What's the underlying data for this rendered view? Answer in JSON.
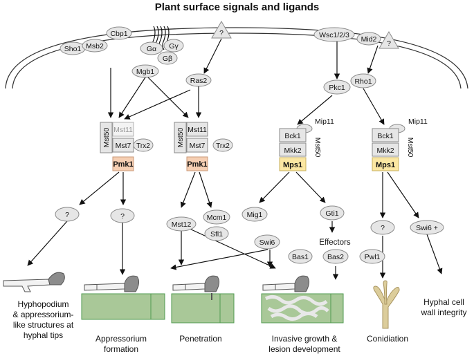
{
  "title": "Plant surface signals and ligands",
  "membrane": {
    "cbp1": "Cbp1",
    "sho1": "Sho1",
    "msb2": "Msb2",
    "g_alpha": "Gα",
    "g_gamma": "Gγ",
    "g_beta": "Gβ",
    "unknown_receptor_left": "?",
    "wsc": "Wsc1/2/3",
    "mid2": "Mid2",
    "unknown_receptor_right": "?"
  },
  "upstream": {
    "mgb1": "Mgb1",
    "ras2": "Ras2",
    "pkc1": "Pkc1",
    "rho1": "Rho1"
  },
  "pmk1_module_a": {
    "mst50": "Mst50",
    "mst11": "Mst11",
    "mst7": "Mst7",
    "trx2": "Trx2",
    "pmk1": "Pmk1"
  },
  "pmk1_module_b": {
    "mst50": "Mst50",
    "mst11": "Mst11",
    "mst7": "Mst7",
    "trx2": "Trx2",
    "pmk1": "Pmk1"
  },
  "mps1_module_a": {
    "mip11": "Mip11",
    "bck1": "Bck1",
    "mkk2": "Mkk2",
    "mst50": "Mst50",
    "mps1": "Mps1"
  },
  "mps1_module_b": {
    "mip11": "Mip11",
    "bck1": "Bck1",
    "mkk2": "Mkk2",
    "mst50": "Mst50",
    "mps1": "Mps1"
  },
  "downstream": {
    "q1": "?",
    "q2": "?",
    "mst12": "Mst12",
    "mcm1": "Mcm1",
    "sfl1": "Sfl1",
    "mig1": "Mig1",
    "swi6": "Swi6",
    "gti1": "Gti1",
    "effectors": "Effectors",
    "bas1": "Bas1",
    "bas2": "Bas2",
    "pwl1": "Pwl1",
    "q3": "?",
    "swi6_plus": "Swi6 +"
  },
  "outcomes": {
    "hyphopodium": [
      "Hyphopodium",
      "& appressorium-",
      "like structures at",
      "hyphal tips"
    ],
    "appressorium": [
      "Appressorium",
      "formation"
    ],
    "penetration": [
      "Penetration"
    ],
    "invasive": [
      "Invasive growth &",
      "lesion development"
    ],
    "conidiation": [
      "Conidiation"
    ],
    "cell_wall": [
      "Hyphal cell",
      "wall integrity"
    ]
  },
  "colors": {
    "node_fill": "#e6e6e6",
    "node_stroke": "#8a8a8a",
    "pmk1_fill": "#f6cfb3",
    "mps1_fill": "#fbe7a2",
    "plant_cell": "#a9c898",
    "plant_cell_stroke": "#4f9a4f",
    "conidia": "#dccd9b"
  }
}
